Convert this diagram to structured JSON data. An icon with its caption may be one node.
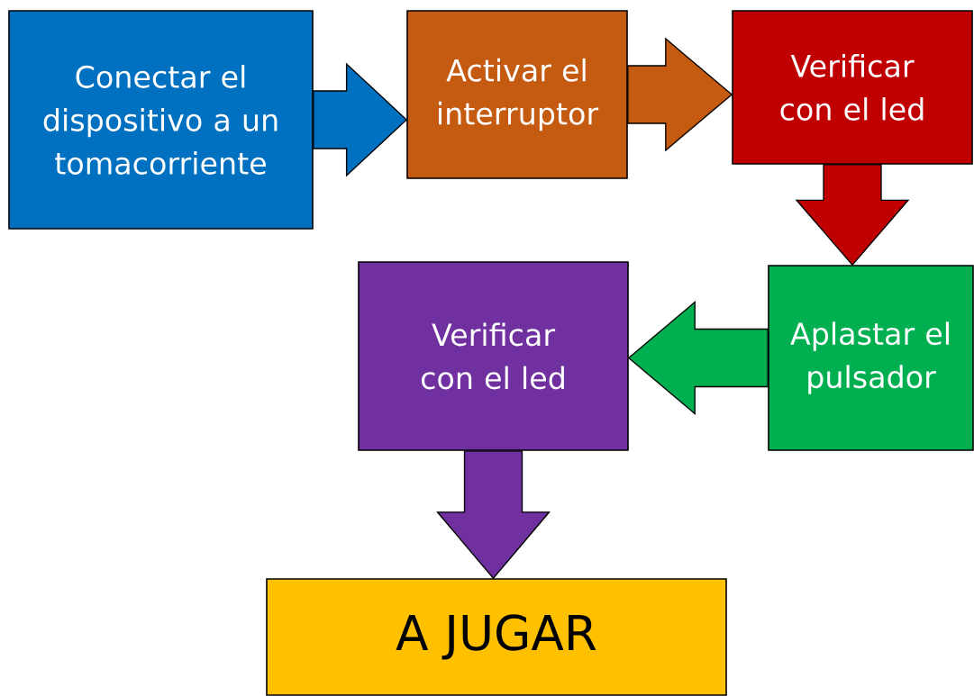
{
  "diagram": {
    "nodes": [
      {
        "text": [
          "Conectar el dispositivo a un tomacorriente"
        ]
      },
      {
        "text": [
          "Activar el interruptor"
        ]
      },
      {
        "text": [
          "Verificar con el led"
        ]
      },
      {
        "text": [
          "Verificar con el led"
        ]
      },
      {
        "text": [
          "Aplastar el pulsador"
        ]
      },
      {
        "text": [
          "A JUGAR"
        ]
      }
    ],
    "edges": [
      {
        "from": 0,
        "to": 1,
        "arrow": "to",
        "color": "#0070c0"
      },
      {
        "from": 1,
        "to": 2,
        "arrow": "to",
        "color": "#c55a11"
      },
      {
        "from": 2,
        "to": 4,
        "arrow": "to",
        "color": "#c00000"
      },
      {
        "from": 4,
        "to": 3,
        "arrow": "to",
        "color": "#00b050"
      },
      {
        "from": 3,
        "to": 5,
        "arrow": "to",
        "color": "#7030a0"
      }
    ]
  }
}
